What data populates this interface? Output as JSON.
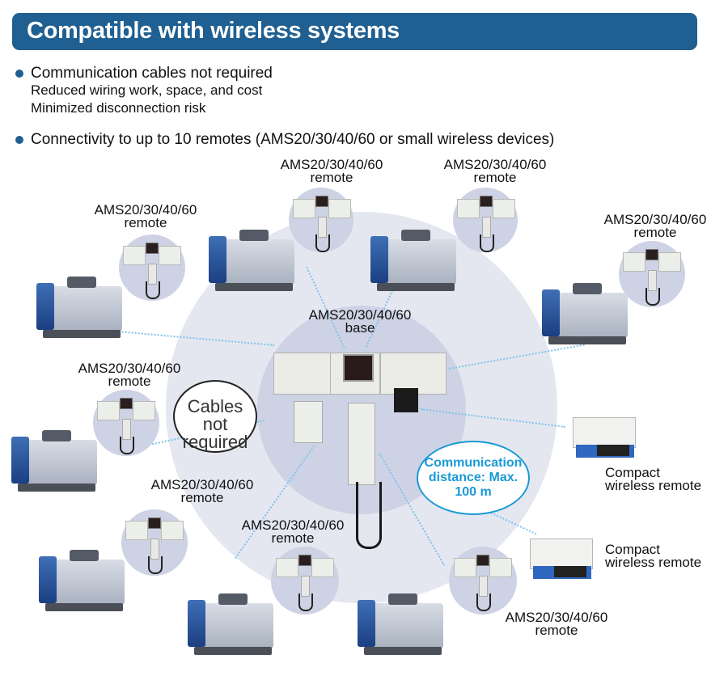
{
  "header": {
    "title": "Compatible with wireless systems"
  },
  "bullets": [
    {
      "text": "Communication cables not required",
      "sub": [
        "Reduced wiring work, space, and cost",
        "Minimized disconnection risk"
      ]
    },
    {
      "text": "Connectivity to up to 10 remotes (AMS20/30/40/60 or small wireless devices)"
    }
  ],
  "diagram": {
    "base": {
      "line1": "AMS20/30/40/60",
      "line2": "base"
    },
    "remotes": [
      {
        "line1": "AMS20/30/40/60",
        "line2": "remote"
      },
      {
        "line1": "AMS20/30/40/60",
        "line2": "remote"
      },
      {
        "line1": "AMS20/30/40/60",
        "line2": "remote"
      },
      {
        "line1": "AMS20/30/40/60",
        "line2": "remote"
      },
      {
        "line1": "AMS20/30/40/60",
        "line2": "remote"
      },
      {
        "line1": "AMS20/30/40/60",
        "line2": "remote"
      },
      {
        "line1": "AMS20/30/40/60",
        "line2": "remote"
      },
      {
        "line1": "AMS20/30/40/60",
        "line2": "remote"
      }
    ],
    "compact": [
      {
        "line1": "Compact",
        "line2": "wireless remote"
      },
      {
        "line1": "Compact",
        "line2": "wireless remote"
      }
    ],
    "cables_note": {
      "line1": "Cables not",
      "line2": "required"
    },
    "comm_note": {
      "line1": "Communication",
      "line2": "distance: Max.",
      "line3": "100 m"
    },
    "colors": {
      "header": "#1f5f91",
      "accent": "#1a9ad6",
      "outer_circle": "#e4e7f0",
      "inner_circle": "#cdd2e4"
    }
  }
}
